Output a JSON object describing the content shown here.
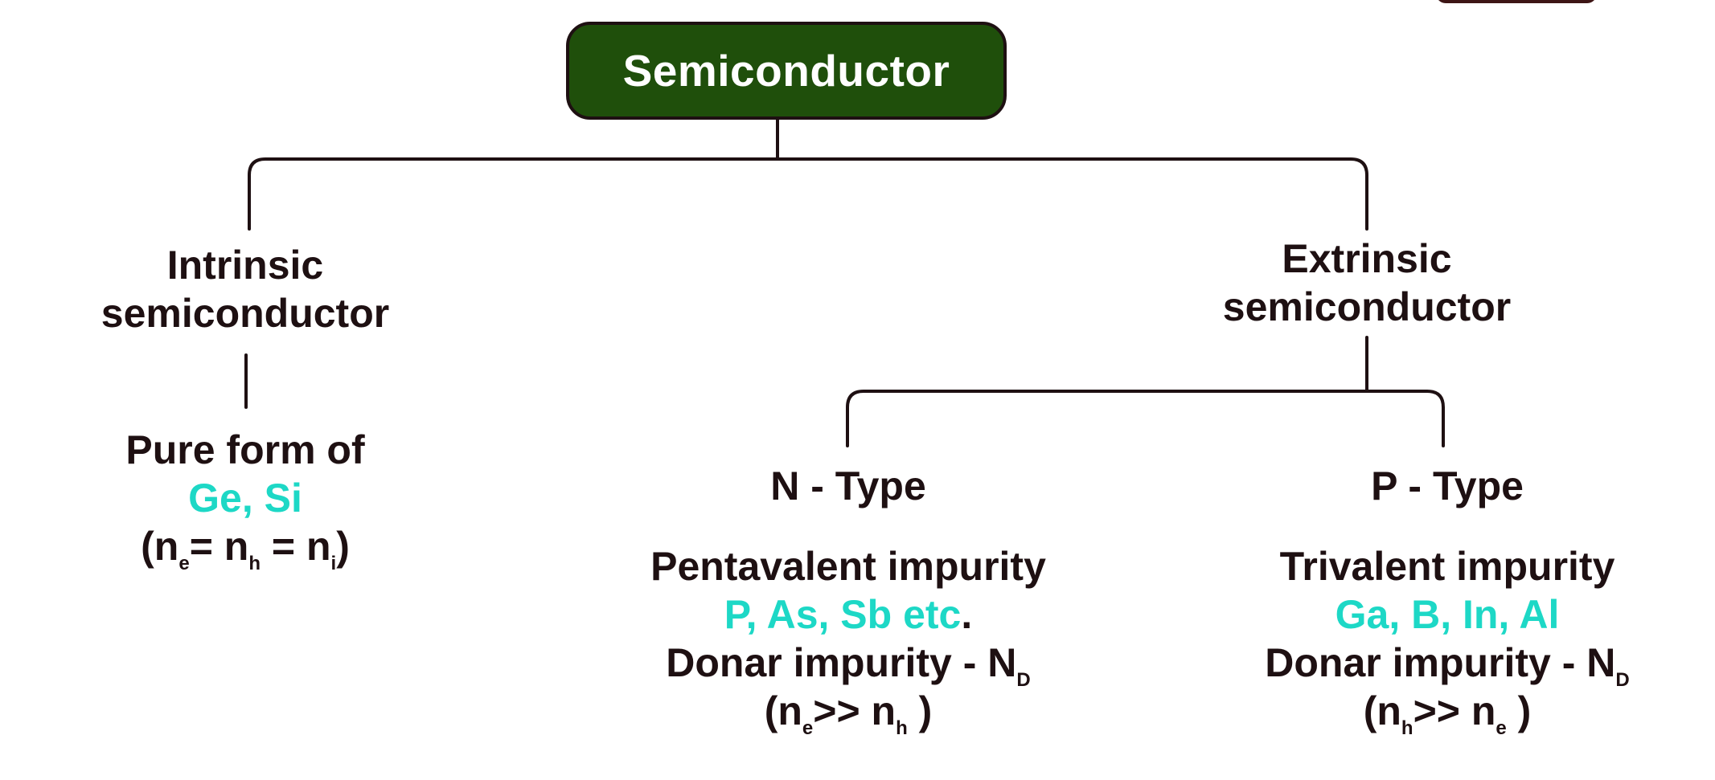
{
  "colors": {
    "root_fill": "#1f4f0b",
    "root_text": "#ffffff",
    "text": "#1e1012",
    "accent": "#1dd8c6",
    "line": "#1e1012"
  },
  "root": {
    "label": "Semiconductor"
  },
  "intrinsic": {
    "title_line1": "Intrinsic",
    "title_line2": "semiconductor",
    "desc_line1": "Pure form of",
    "elements": "Ge, Si",
    "relation": {
      "open": "(n",
      "sub1": "e",
      "mid1": "= n",
      "sub2": "h",
      "mid2": " = n",
      "sub3": "i",
      "close": ")"
    }
  },
  "extrinsic": {
    "title_line1": "Extrinsic",
    "title_line2": "semiconductor",
    "n_type": {
      "title": "N - Type",
      "impurity": "Pentavalent impurity",
      "elements": "P, As, Sb etc",
      "elements_suffix": ".",
      "donor": {
        "text": "Donar impurity - N",
        "sub": "D"
      },
      "relation": {
        "open": "(n",
        "sub1": "e",
        "mid": ">> n",
        "sub2": "h",
        "close": " )"
      }
    },
    "p_type": {
      "title": "P - Type",
      "impurity": "Trivalent impurity",
      "elements": "Ga, B, In, Al",
      "donor": {
        "text": "Donar impurity - N",
        "sub": "D"
      },
      "relation": {
        "open": "(n",
        "sub1": "h",
        "mid": ">> n",
        "sub2": "e",
        "close": " )"
      }
    }
  }
}
